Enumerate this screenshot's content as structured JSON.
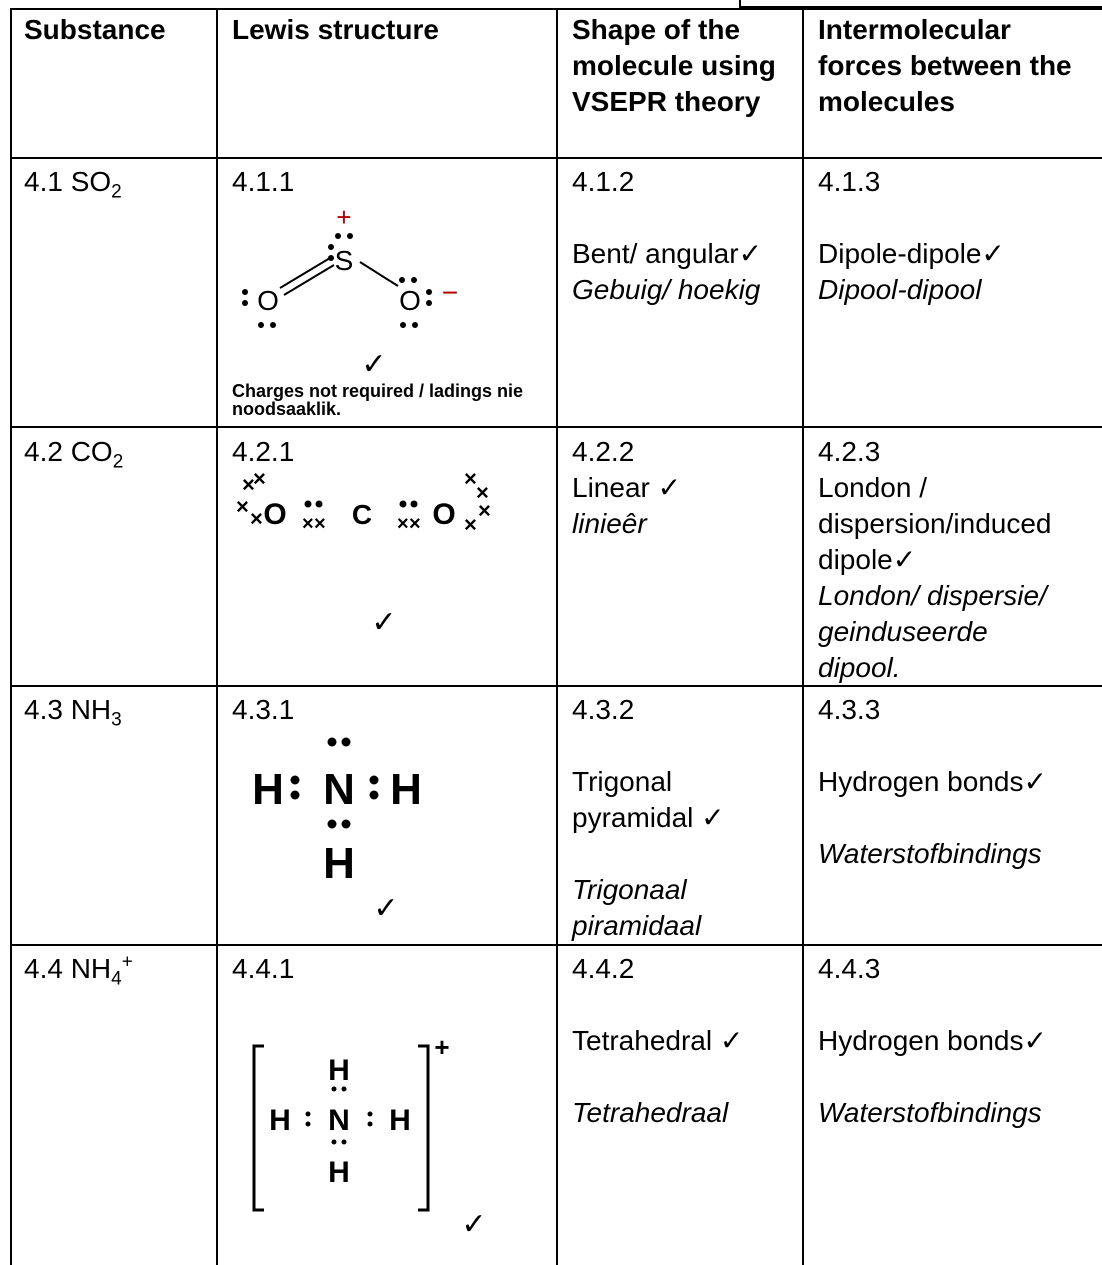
{
  "headers": {
    "substance": "Substance",
    "lewis": "Lewis structure",
    "shape": "Shape of the molecule using VSEPR theory",
    "forces": "Intermolecular forces between the molecules"
  },
  "rows": [
    {
      "substance": {
        "prefix": "4.1 SO",
        "sub": "2",
        "sup": ""
      },
      "lewis_num": "4.1.1",
      "lewis_labels": {
        "s": "S",
        "o1": "O",
        "o2": "O",
        "plus": "+",
        "minus": "−"
      },
      "note": "Charges not required / ladings nie noodsaaklik.",
      "shape_num": "4.1.2",
      "shape_en": "Bent/ angular✓",
      "shape_af": "Gebuig/ hoekig",
      "forces_num": "4.1.3",
      "forces_en": "Dipole-dipole✓",
      "forces_af": "Dipool-dipool"
    },
    {
      "substance": {
        "prefix": "4.2 CO",
        "sub": "2",
        "sup": ""
      },
      "lewis_num": "4.2.1",
      "lewis_labels": {
        "o1": "O",
        "c": "C",
        "o2": "O"
      },
      "shape_num": "4.2.2",
      "shape_en": "Linear ✓",
      "shape_af": "linieêr",
      "forces_num": "4.2.3",
      "forces_en_lines": [
        "London /",
        "dispersion/induced",
        "dipole✓"
      ],
      "forces_af_lines": [
        "London/ dispersie/",
        "geinduseerde",
        "dipool."
      ]
    },
    {
      "substance": {
        "prefix": "4.3 NH",
        "sub": "3",
        "sup": ""
      },
      "lewis_num": "4.3.1",
      "lewis_labels": {
        "h1": "H",
        "n": "N",
        "h2": "H",
        "h3": "H"
      },
      "shape_num": "4.3.2",
      "shape_en_lines": [
        "Trigonal",
        "pyramidal ✓"
      ],
      "shape_af_lines": [
        "Trigonaal",
        "piramidaal"
      ],
      "forces_num": "4.3.3",
      "forces_en": "Hydrogen bonds✓",
      "forces_af": "Waterstofbindings"
    },
    {
      "substance": {
        "prefix": "4.4 NH",
        "sub": "4",
        "sup": "+"
      },
      "lewis_num": "4.4.1",
      "lewis_labels": {
        "ht": "H",
        "hl": "H",
        "n": "N",
        "hr": "H",
        "hb": "H",
        "charge": "+"
      },
      "shape_num": "4.4.2",
      "shape_en": "Tetrahedral ✓",
      "shape_af": "Tetrahedraal",
      "forces_num": "4.4.3",
      "forces_en": "Hydrogen bonds✓",
      "forces_af": "Waterstofbindings"
    }
  ],
  "check": "✓"
}
